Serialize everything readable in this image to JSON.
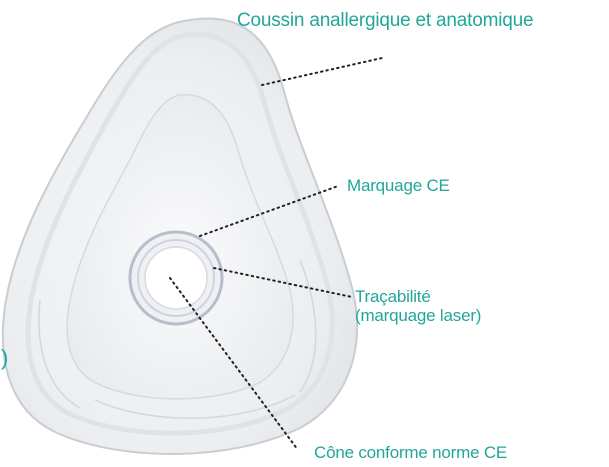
{
  "colors": {
    "accent": "#22a69a",
    "leader": "#222222"
  },
  "labels": {
    "cushion": "Coussin anallergique et anatomique",
    "ce_marking": "Marquage CE",
    "traceability_line1": "Traçabilité",
    "traceability_line2": "(marquage laser)",
    "cone": "Cône conforme norme CE"
  },
  "partial_left_label": ")"
}
